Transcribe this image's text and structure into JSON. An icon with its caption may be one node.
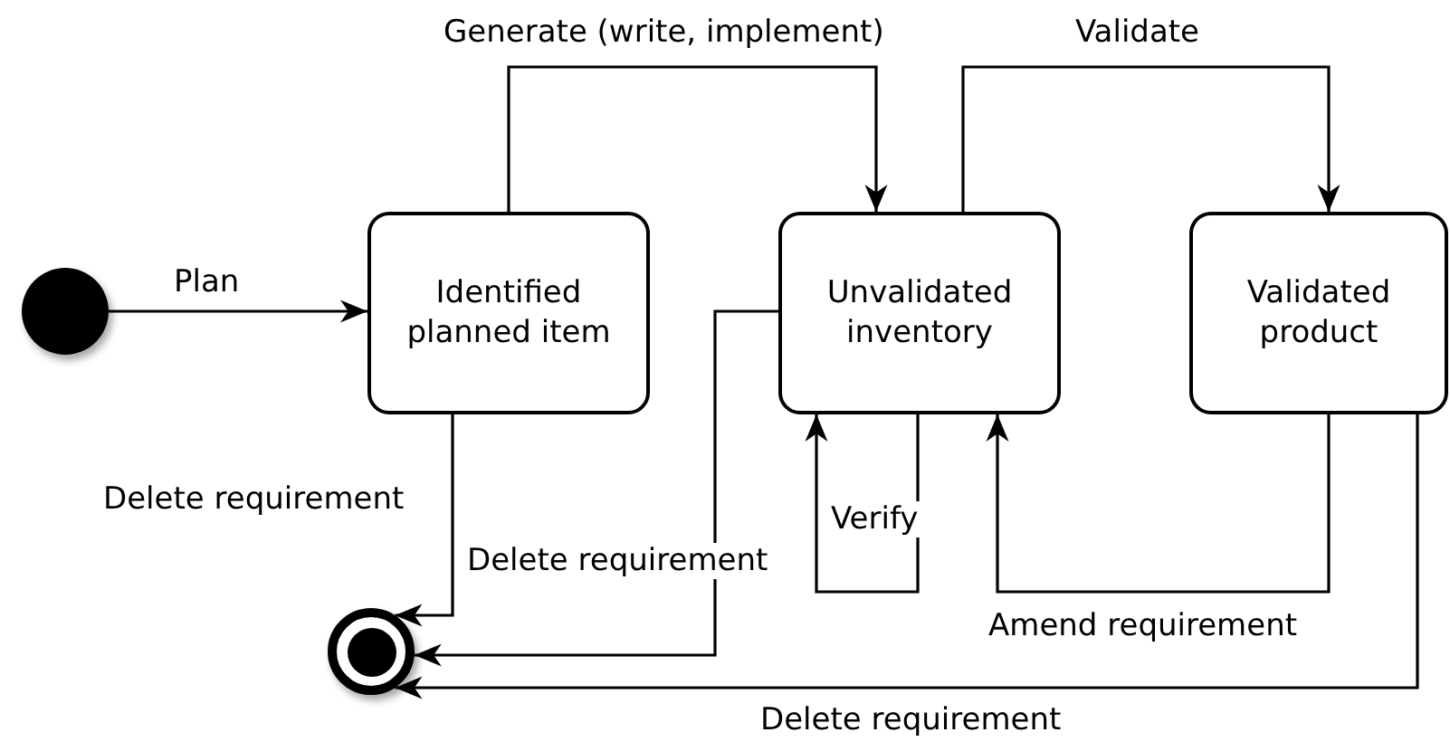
{
  "diagram": {
    "nodes": [
      {
        "text": [],
        "shape": "circle"
      },
      {
        "text": [
          "Identified planned item"
        ]
      },
      {
        "text": [
          "Unvalidated inventory"
        ]
      },
      {
        "text": [
          "Validated product"
        ]
      },
      {
        "text": [],
        "shape": "circle"
      }
    ],
    "edges": [
      {
        "from": 0,
        "to": 1,
        "arrow": "to",
        "label": "Plan"
      },
      {
        "from": 1,
        "to": 2,
        "arrow": "to",
        "label": "Generate (write, implement)"
      },
      {
        "from": 2,
        "to": 3,
        "arrow": "to",
        "label": "Validate"
      },
      {
        "from": 2,
        "to": 2,
        "arrow": "to",
        "label": "Verify"
      },
      {
        "from": 3,
        "to": 2,
        "arrow": "to",
        "label": "Amend requirement"
      },
      {
        "from": 1,
        "to": 4,
        "arrow": "to",
        "label": "Delete requirement"
      },
      {
        "from": 2,
        "to": 4,
        "arrow": "to",
        "label": "Delete requirement"
      },
      {
        "from": 3,
        "to": 4,
        "arrow": "to",
        "label": "Delete requirement"
      }
    ]
  }
}
